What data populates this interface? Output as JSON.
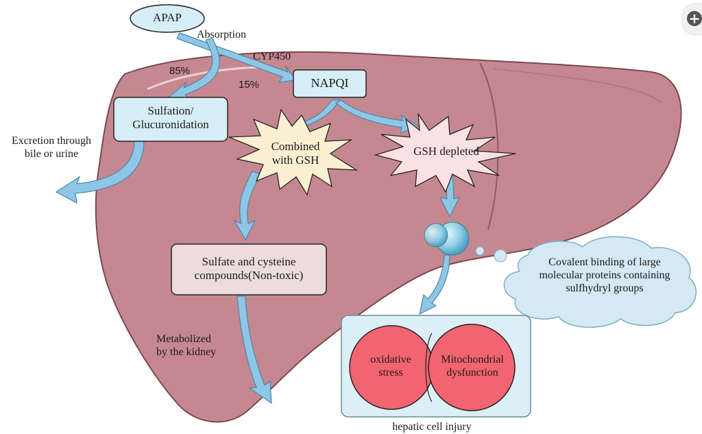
{
  "title": "",
  "nodes": {
    "apap": "APAP",
    "napqi": "NAPQI",
    "sulfation": [
      "Sulfation/",
      "Glucuronidation"
    ],
    "combined_gsh": [
      "Combined",
      "with GSH"
    ],
    "gsh_depleted": "GSH depleted",
    "sulfate_cysteine": [
      "Sulfate and cysteine",
      "compounds(Non-toxic)"
    ],
    "covalent_binding": [
      "Covalent binding of large",
      "molecular proteins containing",
      "sulfhydryl groups"
    ],
    "oxidative_stress": [
      "oxidative",
      "stress"
    ],
    "mito_dysfunction": [
      "Mitochondrial",
      "dysfunction"
    ],
    "hepatic_injury": "hepatic cell injury"
  },
  "edges": {
    "absorption": "Absorption",
    "cyp450": "CYP450",
    "pct_85": "85%",
    "pct_15": "15%",
    "excretion": [
      "Excretion through",
      "bile or urine"
    ],
    "metabolized": [
      "Metabolized",
      "by the kidney"
    ]
  },
  "colors": {
    "liver": "#c68890",
    "liver_stroke": "#7a4850",
    "node_box": "#d6eef6",
    "node_stroke": "#222222",
    "arrow": "#8ec6e6",
    "burst_combined": "#fbefd2",
    "burst_depleted": "#fbe0e4",
    "nontoxic_box": "#ecdcde",
    "circle_red": "#f26470",
    "cloud": "#d4e9f3",
    "injury_panel": "#dceef6"
  },
  "icons": [
    "zoom-plus-icon"
  ]
}
